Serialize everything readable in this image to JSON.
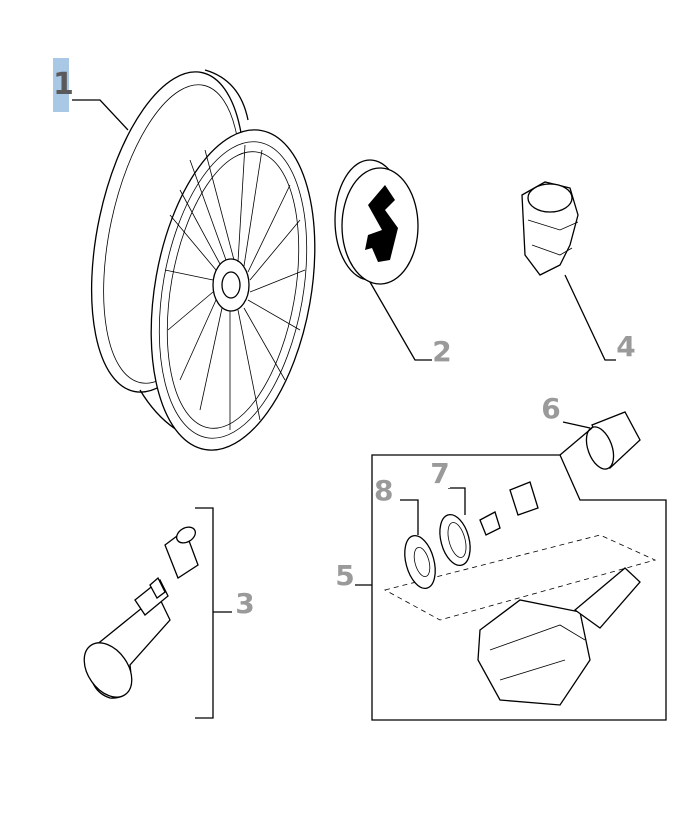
{
  "callouts": [
    {
      "id": "c1",
      "label": "1",
      "selected": true
    },
    {
      "id": "c2",
      "label": "2",
      "selected": false
    },
    {
      "id": "c3",
      "label": "3",
      "selected": false
    },
    {
      "id": "c4",
      "label": "4",
      "selected": false
    },
    {
      "id": "c5",
      "label": "5",
      "selected": false
    },
    {
      "id": "c6",
      "label": "6",
      "selected": false
    },
    {
      "id": "c7",
      "label": "7",
      "selected": false
    },
    {
      "id": "c8",
      "label": "8",
      "selected": false
    }
  ],
  "colors": {
    "selected_background": "#a8c8e6",
    "callout_text": "#9a9a9a",
    "line": "#000000"
  },
  "parts": [
    {
      "callout": "1",
      "icon": "alloy-wheel-icon"
    },
    {
      "callout": "2",
      "icon": "center-cap-scorpion-icon"
    },
    {
      "callout": "3",
      "icon": "tire-valve-icon"
    },
    {
      "callout": "4",
      "icon": "wheel-nut-icon"
    },
    {
      "callout": "5",
      "icon": "tpms-sensor-kit-icon"
    },
    {
      "callout": "6",
      "icon": "sensor-nut-icon"
    },
    {
      "callout": "7",
      "icon": "washer-icon"
    },
    {
      "callout": "8",
      "icon": "seal-ring-icon"
    }
  ]
}
